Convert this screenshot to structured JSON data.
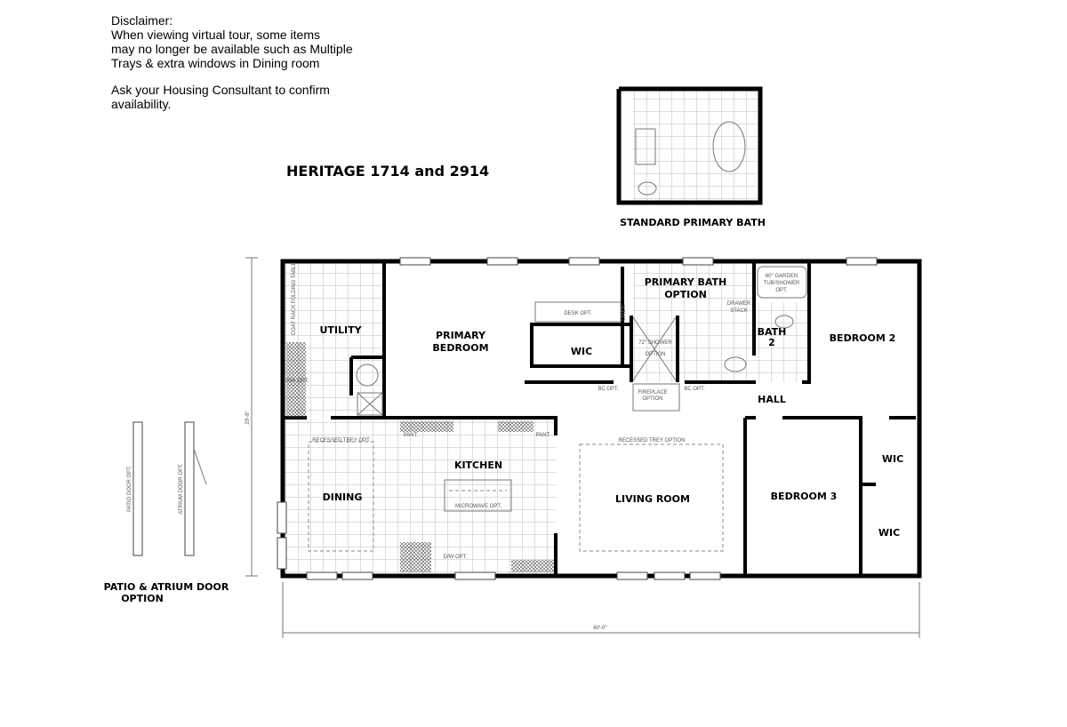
{
  "disclaimer": {
    "heading": "Disclaimer:",
    "line1": "When viewing virtual tour, some items",
    "line2": "may no longer be available such as Multiple",
    "line3": "Trays & extra windows in Dining room",
    "line4": "Ask your Housing Consultant to confirm",
    "line5": "availability."
  },
  "title": "HERITAGE 1714 and 2914",
  "inset_label": "STANDARD PRIMARY BATH",
  "door_option_label_1": "PATIO & ATRIUM DOOR",
  "door_option_label_2": "OPTION",
  "door_options": [
    "PATIO DOOR OPT.",
    "ATRIUM DOOR OPT."
  ],
  "dimensions": {
    "depth": "29'-8\"",
    "width": "60'-0\""
  },
  "rooms": {
    "utility": "UTILITY",
    "primary_bedroom_1": "PRIMARY",
    "primary_bedroom_2": "BEDROOM",
    "wic_primary": "WIC",
    "primary_bath_1": "PRIMARY BATH",
    "primary_bath_2": "OPTION",
    "bath2_1": "BATH",
    "bath2_2": "2",
    "bedroom2": "BEDROOM 2",
    "hall": "HALL",
    "kitchen": "KITCHEN",
    "dining": "DINING",
    "living": "LIVING ROOM",
    "bedroom3": "BEDROOM 3",
    "wic1": "WIC",
    "wic2": "WIC"
  },
  "notes": {
    "folding_table": "FOLDING TABLE",
    "coat_rack": "COAT RACK",
    "sink_opt": "SINK OPT.",
    "desk_opt": "DESK OPT.",
    "linen": "LINEN",
    "shower_1": "72\" SHOWER",
    "shower_2": "OPTION",
    "drawer_1": "DRAWER",
    "drawer_2": "STACK",
    "tub_1": "60\" GARDEN",
    "tub_2": "TUB/SHOWER",
    "tub_3": "OPT.",
    "bc_opt": "BC OPT.",
    "fireplace_1": "FIREPLACE",
    "fireplace_2": "OPTION",
    "recessed_dining": "RECESSED TREY OPT.",
    "recessed_living": "RECESSED TREY OPTION",
    "pant": "PANT.",
    "microwave": "MICROWAVE OPT.",
    "dw": "D/W OPT."
  }
}
